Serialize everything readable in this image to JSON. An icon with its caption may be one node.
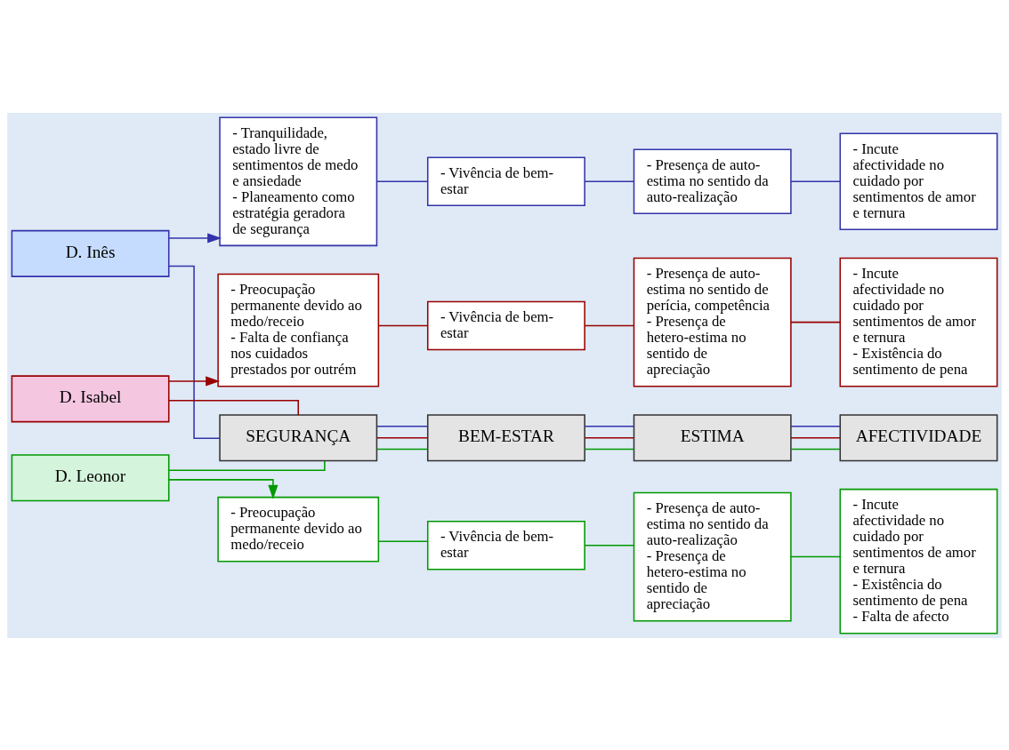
{
  "diagram": {
    "nodes": [
      {
        "text": [
          "SEGURANÇA"
        ]
      },
      {
        "text": [
          "BEM-ESTAR"
        ]
      },
      {
        "text": [
          "ESTIMA"
        ]
      },
      {
        "text": [
          "AFECTIVIDADE"
        ]
      },
      {
        "text": [
          "D. Inês"
        ]
      },
      {
        "text": [
          "- Tranquilidade, estado livre de sentimentos de medo e ansiedade",
          "- Planeamento como estratégia geradora de segurança"
        ]
      },
      {
        "text": [
          "- Vivência de bem-estar"
        ]
      },
      {
        "text": [
          "- Presença de auto-estima no sentido da auto-realização"
        ]
      },
      {
        "text": [
          "- Incute afectividade no cuidado por sentimentos de amor e ternura"
        ]
      },
      {
        "text": [
          "D. Isabel"
        ]
      },
      {
        "text": [
          "- Preocupação permanente devido ao medo/receio",
          "- Falta de confiança nos cuidados prestados por outrém"
        ]
      },
      {
        "text": [
          "- Vivência de bem-estar"
        ]
      },
      {
        "text": [
          "- Presença de auto-estima no sentido de perícia, competência",
          "- Presença de hetero-estima no sentido de apreciação"
        ]
      },
      {
        "text": [
          "- Incute afectividade no cuidado por sentimentos de amor e ternura",
          "- Existência do sentimento de pena"
        ]
      },
      {
        "text": [
          "D. Leonor"
        ]
      },
      {
        "text": [
          "- Preocupação permanente devido ao medo/receio"
        ]
      },
      {
        "text": [
          "- Vivência de bem-estar"
        ]
      },
      {
        "text": [
          "- Presença de auto-estima no sentido da auto-realização",
          "- Presença de hetero-estima no sentido de apreciação"
        ]
      },
      {
        "text": [
          "- Incute afectividade no cuidado por sentimentos de amor e ternura",
          "- Existência do sentimento de pena",
          "- Falta de afecto"
        ]
      }
    ],
    "edges": [
      {
        "from": 14,
        "to": 0,
        "arrow": "none",
        "color": "#009900"
      },
      {
        "from": 9,
        "to": 0,
        "arrow": "none",
        "color": "#990000"
      },
      {
        "from": 4,
        "to": 0,
        "arrow": "none",
        "color": "#3333aa"
      },
      {
        "from": 0,
        "to": 1,
        "arrow": "none",
        "color": "#009900"
      },
      {
        "from": 0,
        "to": 1,
        "arrow": "none",
        "color": "#990000"
      },
      {
        "from": 0,
        "to": 1,
        "arrow": "none",
        "color": "#3333aa"
      },
      {
        "from": 1,
        "to": 2,
        "arrow": "none",
        "color": "#009900"
      },
      {
        "from": 1,
        "to": 2,
        "arrow": "none",
        "color": "#990000"
      },
      {
        "from": 1,
        "to": 2,
        "arrow": "none",
        "color": "#3333aa"
      },
      {
        "from": 2,
        "to": 3,
        "arrow": "none",
        "color": "#009900"
      },
      {
        "from": 2,
        "to": 3,
        "arrow": "none",
        "color": "#990000"
      },
      {
        "from": 2,
        "to": 3,
        "arrow": "none",
        "color": "#3333aa"
      },
      {
        "from": 4,
        "to": 5,
        "arrow": "to",
        "color": "#3333aa"
      },
      {
        "from": 5,
        "to": 6,
        "arrow": "none",
        "color": "#3333aa"
      },
      {
        "from": 6,
        "to": 7,
        "arrow": "none",
        "color": "#3333aa"
      },
      {
        "from": 7,
        "to": 8,
        "arrow": "none",
        "color": "#3333aa"
      },
      {
        "from": 9,
        "to": 10,
        "arrow": "to",
        "color": "#990000"
      },
      {
        "from": 10,
        "to": 11,
        "arrow": "none",
        "color": "#990000"
      },
      {
        "from": 11,
        "to": 12,
        "arrow": "none",
        "color": "#990000"
      },
      {
        "from": 12,
        "to": 13,
        "arrow": "none",
        "color": "#990000"
      },
      {
        "from": 14,
        "to": 15,
        "arrow": "to",
        "color": "#009900"
      },
      {
        "from": 15,
        "to": 16,
        "arrow": "none",
        "color": "#009900"
      },
      {
        "from": 16,
        "to": 17,
        "arrow": "none",
        "color": "#009900"
      },
      {
        "from": 17,
        "to": 18,
        "arrow": "none",
        "color": "#009900"
      }
    ]
  }
}
